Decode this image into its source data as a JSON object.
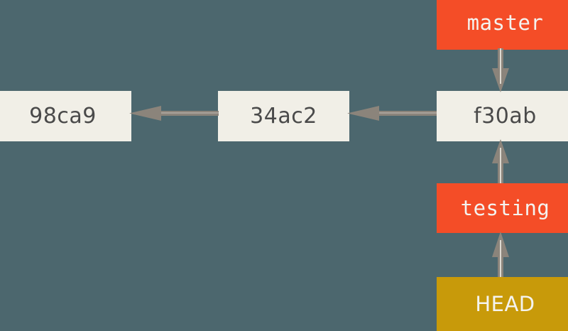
{
  "diagram": {
    "title": "git-branch-pointer-diagram",
    "background_color": "#4c676e",
    "commit_box_color": "#f1efe7",
    "commit_text_color": "#4a4a4a",
    "branch_color": "#f44d27",
    "head_color": "#c89a0a",
    "label_text_color": "#f4f3ef",
    "arrow_color": "#8b847b",
    "arrow_highlight_color": "#d8d4cb"
  },
  "commits": [
    {
      "id": "98ca9",
      "label": "98ca9"
    },
    {
      "id": "34ac2",
      "label": "34ac2"
    },
    {
      "id": "f30ab",
      "label": "f30ab"
    }
  ],
  "branches": [
    {
      "id": "master",
      "label": "master"
    },
    {
      "id": "testing",
      "label": "testing"
    }
  ],
  "head": {
    "id": "head",
    "label": "HEAD"
  },
  "arrows": [
    {
      "id": "34ac2-to-98ca9",
      "from": "34ac2",
      "to": "98ca9",
      "direction": "left"
    },
    {
      "id": "f30ab-to-34ac2",
      "from": "f30ab",
      "to": "34ac2",
      "direction": "left"
    },
    {
      "id": "master-to-f30ab",
      "from": "master",
      "to": "f30ab",
      "direction": "down"
    },
    {
      "id": "testing-to-f30ab",
      "from": "testing",
      "to": "f30ab",
      "direction": "up"
    },
    {
      "id": "head-to-testing",
      "from": "head",
      "to": "testing",
      "direction": "up"
    }
  ]
}
